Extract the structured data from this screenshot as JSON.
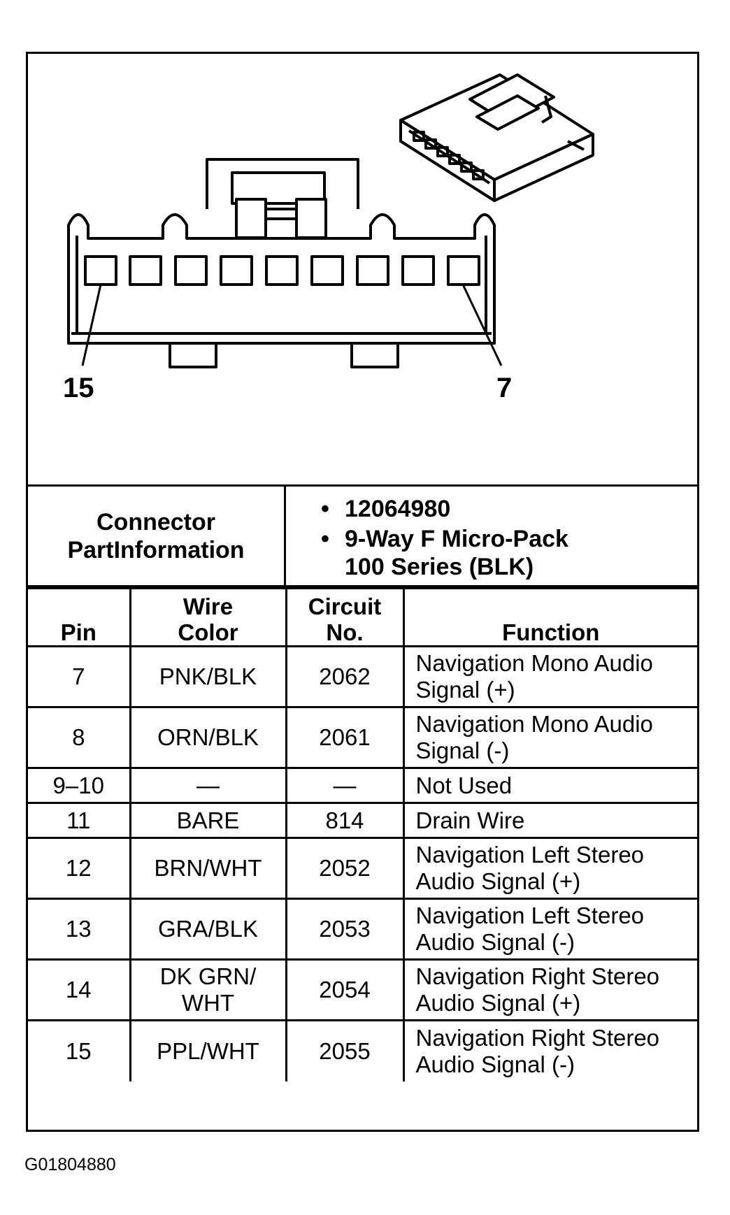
{
  "diagram": {
    "pin_label_left": "15",
    "pin_label_right": "7"
  },
  "connector_info": {
    "title_line1": "Connector",
    "title_line2": "PartInformation",
    "parts": [
      "12064980",
      "9-Way F Micro-Pack\n100 Series (BLK)"
    ],
    "bullet": "•"
  },
  "table": {
    "headers": {
      "pin": "Pin",
      "wire_color": "Wire\nColor",
      "circuit_no": "Circuit\nNo.",
      "function": "Function"
    },
    "rows": [
      {
        "pin": "7",
        "wire_color": "PNK/BLK",
        "circuit_no": "2062",
        "function": "Navigation Mono Audio\nSignal (+)"
      },
      {
        "pin": "8",
        "wire_color": "ORN/BLK",
        "circuit_no": "2061",
        "function": "Navigation Mono Audio\nSignal (-)"
      },
      {
        "pin": "9–10",
        "wire_color": "—",
        "circuit_no": "—",
        "function": "Not Used"
      },
      {
        "pin": "11",
        "wire_color": "BARE",
        "circuit_no": "814",
        "function": "Drain Wire"
      },
      {
        "pin": "12",
        "wire_color": "BRN/WHT",
        "circuit_no": "2052",
        "function": "Navigation Left Stereo\nAudio Signal (+)"
      },
      {
        "pin": "13",
        "wire_color": "GRA/BLK",
        "circuit_no": "2053",
        "function": "Navigation Left Stereo\nAudio Signal (-)"
      },
      {
        "pin": "14",
        "wire_color": "DK GRN/\nWHT",
        "circuit_no": "2054",
        "function": "Navigation Right Stereo\nAudio Signal (+)"
      },
      {
        "pin": "15",
        "wire_color": "PPL/WHT",
        "circuit_no": "2055",
        "function": "Navigation Right Stereo\nAudio Signal (-)"
      }
    ]
  },
  "footer": {
    "code": "G01804880"
  }
}
